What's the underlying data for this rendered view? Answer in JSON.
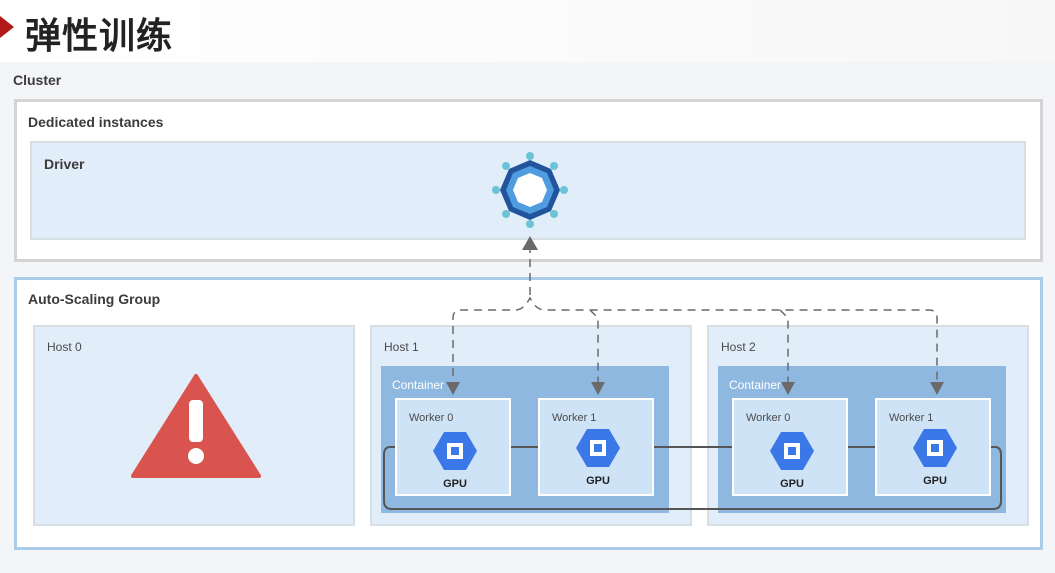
{
  "header": {
    "title": "弹性训练"
  },
  "diagram": {
    "cluster_label": "Cluster",
    "dedicated_label": "Dedicated instances",
    "driver_label": "Driver",
    "asg_label": "Auto-Scaling Group",
    "hosts": [
      {
        "label": "Host 0"
      },
      {
        "label": "Host 1",
        "container_label": "Container",
        "workers": [
          {
            "label": "Worker 0",
            "gpu": "GPU"
          },
          {
            "label": "Worker 1",
            "gpu": "GPU"
          }
        ]
      },
      {
        "label": "Host 2",
        "container_label": "Container",
        "workers": [
          {
            "label": "Worker 0",
            "gpu": "GPU"
          },
          {
            "label": "Worker 1",
            "gpu": "GPU"
          }
        ]
      }
    ]
  },
  "colors": {
    "accent": "#b3191b",
    "driver_fill": "#e1edf9",
    "container_fill": "#8fb8e0",
    "worker_fill": "#cfe3f6",
    "warning": "#d9534f",
    "gpu_icon": "#3b78e7"
  },
  "icons": {
    "driver": "kubernetes-style-driver-icon",
    "host0": "warning-triangle-icon",
    "gpu": "gpu-chip-icon"
  }
}
